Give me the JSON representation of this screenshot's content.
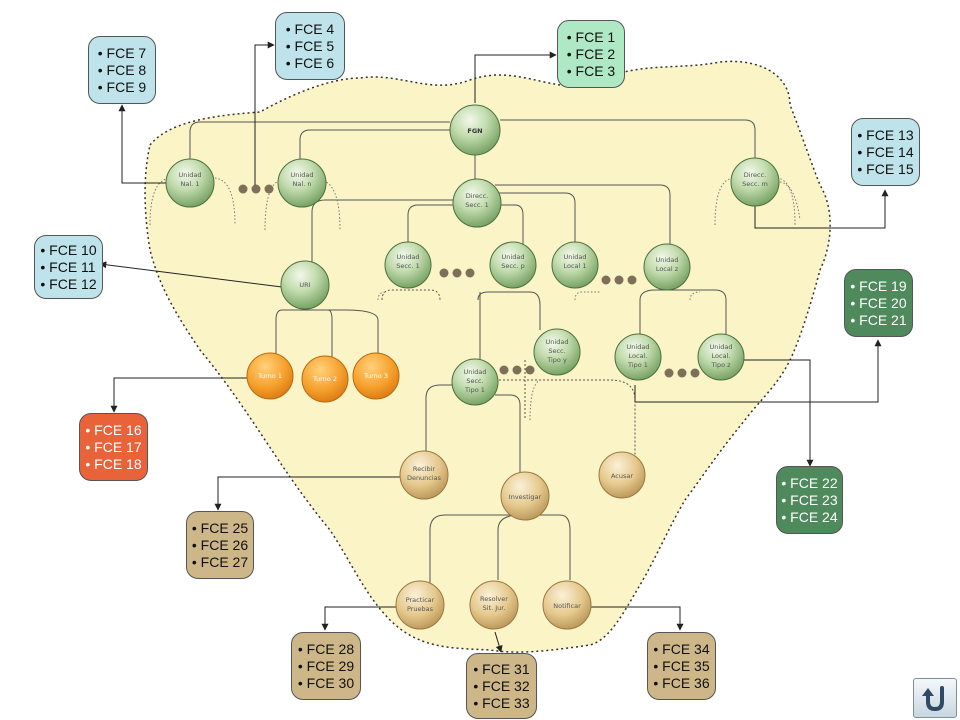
{
  "colors": {
    "cyan": "#bfe3ea",
    "mint": "#aee8c4",
    "green": "#4e8a5c",
    "orange_red": "#e8633a",
    "tan": "#cdb789",
    "node_green": "#9fbf8c",
    "node_orange": "#f4a030",
    "node_tan": "#e3c98f",
    "blob": "#fbf4c6"
  },
  "nodes": {
    "fgn": "FGN",
    "unidad_nal_1": [
      "Unidad",
      "Nal. 1"
    ],
    "unidad_nal_n": [
      "Unidad",
      "Nal. n"
    ],
    "direcc_secc_m": [
      "Direcc.",
      "Secc. m"
    ],
    "direcc_secc_1": [
      "Direcc.",
      "Secc. 1"
    ],
    "uri": "URI",
    "unidad_secc_1": [
      "Unidad",
      "Secc. 1"
    ],
    "unidad_secc_p": [
      "Unidad",
      "Secc. p"
    ],
    "unidad_local_1": [
      "Unidad",
      "Local 1"
    ],
    "unidad_local_z": [
      "Unidad",
      "Local z"
    ],
    "turno_1": "Turno 1",
    "turno_2": "Turno 2",
    "turno_3": "Turno 3",
    "unidad_secc_tipo_y": [
      "Unidad",
      "Secc.",
      "Tipo y"
    ],
    "unidad_local_tipo_1": [
      "Unidad",
      "Local.",
      "Tipo 1"
    ],
    "unidad_local_tipo_z": [
      "Unidad",
      "Local.",
      "Tipo z"
    ],
    "unidad_secc_tipo_1": [
      "Unidad",
      "Secc.",
      "Tipo 1"
    ],
    "recibir_denuncias": [
      "Recibir",
      "Denuncias"
    ],
    "acusar": "Acusar",
    "investigar": "Investigar",
    "practicar_pruebas": [
      "Practicar",
      "Pruebas"
    ],
    "resolver_sit_jur": [
      "Resolver",
      "Sit. Jur."
    ],
    "notificar": "Notificar"
  },
  "boxes": {
    "fce_4_6": [
      "FCE 4",
      "FCE 5",
      "FCE 6"
    ],
    "fce_1_3": [
      "FCE 1",
      "FCE 2",
      "FCE 3"
    ],
    "fce_7_9": [
      "FCE 7",
      "FCE 8",
      "FCE 9"
    ],
    "fce_13_15": [
      "FCE 13",
      "FCE 14",
      "FCE 15"
    ],
    "fce_10_12": [
      "FCE 10",
      "FCE 11",
      "FCE 12"
    ],
    "fce_19_21": [
      "FCE 19",
      "FCE 20",
      "FCE 21"
    ],
    "fce_16_18": [
      "FCE 16",
      "FCE 17",
      "FCE 18"
    ],
    "fce_22_24": [
      "FCE 22",
      "FCE 23",
      "FCE 24"
    ],
    "fce_25_27": [
      "FCE 25",
      "FCE 26",
      "FCE 27"
    ],
    "fce_28_30": [
      "FCE 28",
      "FCE 29",
      "FCE 30"
    ],
    "fce_31_33": [
      "FCE 31",
      "FCE 32",
      "FCE 33"
    ],
    "fce_34_36": [
      "FCE 34",
      "FCE 35",
      "FCE 36"
    ]
  },
  "icons": {
    "back": "return-arrow-icon"
  }
}
